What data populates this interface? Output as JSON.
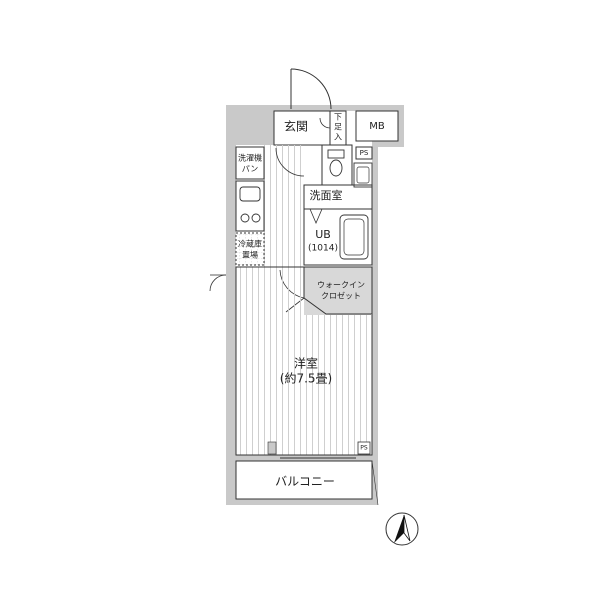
{
  "rooms": {
    "entrance": "玄関",
    "shoe_storage": "下足入",
    "meter_box": "MB",
    "pipe_space_top": "PS",
    "washer_pan": [
      "洗濯機",
      "パン"
    ],
    "washroom": "洗面室",
    "unit_bath": "UB",
    "unit_bath_size": "(1014)",
    "fridge_space": [
      "冷蔵庫",
      "置場"
    ],
    "walk_in_closet": [
      "ウォークイン",
      "クロゼット"
    ],
    "western_room": "洋室",
    "western_room_size": "(約7.5畳)",
    "pipe_space_bottom": "PS",
    "balcony": "バルコニー"
  },
  "colors": {
    "wall": "#c9c9c9",
    "line": "#333333",
    "floor_hatch": "#d6d6d6",
    "wic_fill": "#d8d8d8",
    "tile_line": "#9a9a9a"
  },
  "compass_icon": "north-arrow-icon"
}
